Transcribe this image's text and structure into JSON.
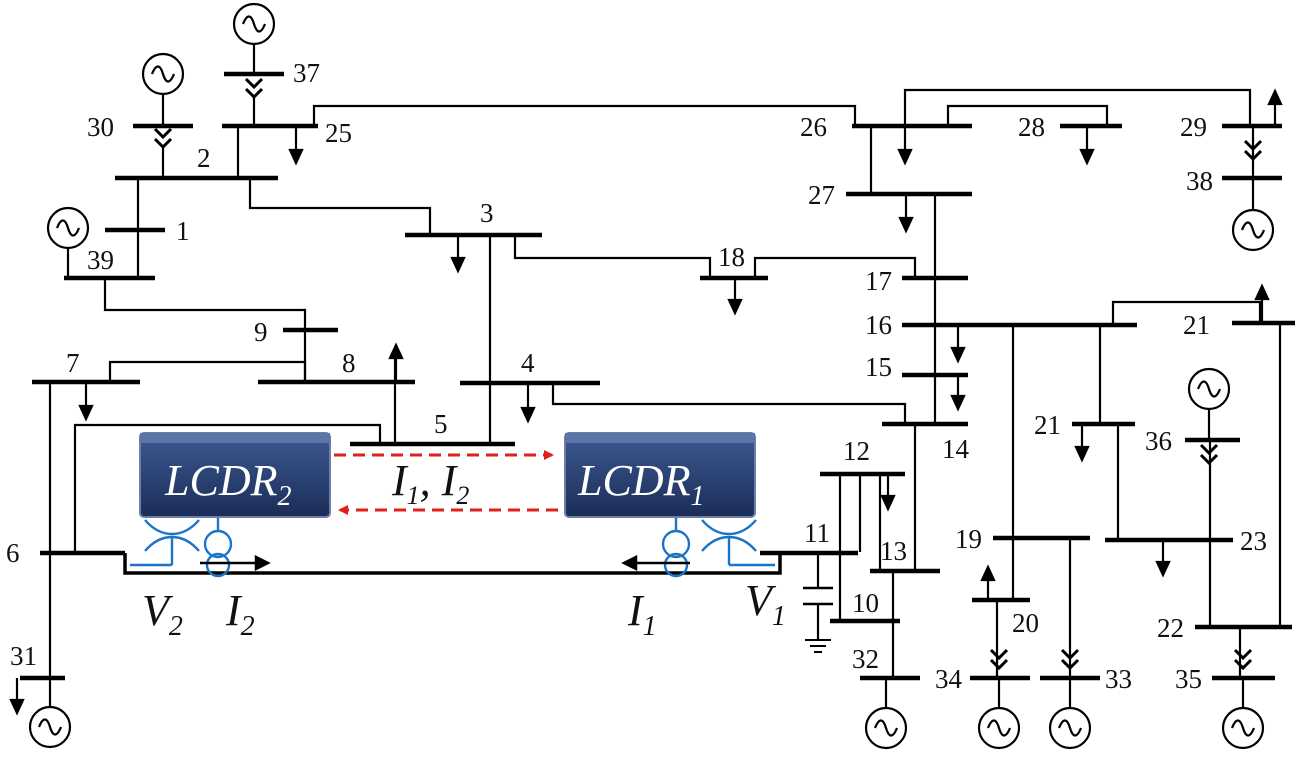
{
  "buses": {
    "b1": "1",
    "b2": "2",
    "b3": "3",
    "b4": "4",
    "b5": "5",
    "b6": "6",
    "b7": "7",
    "b8": "8",
    "b9": "9",
    "b10": "10",
    "b11": "11",
    "b12": "12",
    "b13": "13",
    "b14": "14",
    "b15": "15",
    "b16": "16",
    "b17": "17",
    "b18": "18",
    "b19": "19",
    "b20": "20",
    "b21a": "21",
    "b21b": "21",
    "b22": "22",
    "b23": "23",
    "b25": "25",
    "b26": "26",
    "b27": "27",
    "b28": "28",
    "b29": "29",
    "b30": "30",
    "b31": "31",
    "b32": "32",
    "b33": "33",
    "b34": "34",
    "b35": "35",
    "b36": "36",
    "b37": "37",
    "b38": "38",
    "b39": "39"
  },
  "relays": {
    "relay1": {
      "name": "LCDR",
      "sub": "1"
    },
    "relay2": {
      "name": "LCDR",
      "sub": "2"
    }
  },
  "comm": {
    "i1": "I",
    "s1": "1",
    "sep": ", ",
    "i2": "I",
    "s2": "2"
  },
  "measurements": {
    "v2": {
      "sym": "V",
      "sub": "2"
    },
    "i2": {
      "sym": "I",
      "sub": "2"
    },
    "i1": {
      "sym": "I",
      "sub": "1"
    },
    "v1": {
      "sym": "V",
      "sub": "1"
    }
  },
  "colors": {
    "line": "#000000",
    "comm_link": "#e0201b",
    "instrument": "#1c74c9",
    "relay_body": "#233a6b"
  },
  "icons": [
    "generator-icon",
    "load-arrow-icon",
    "transformer-icon",
    "capacitor-icon",
    "ground-icon",
    "current-transformer-icon",
    "voltage-transformer-icon",
    "relay-device-icon"
  ]
}
